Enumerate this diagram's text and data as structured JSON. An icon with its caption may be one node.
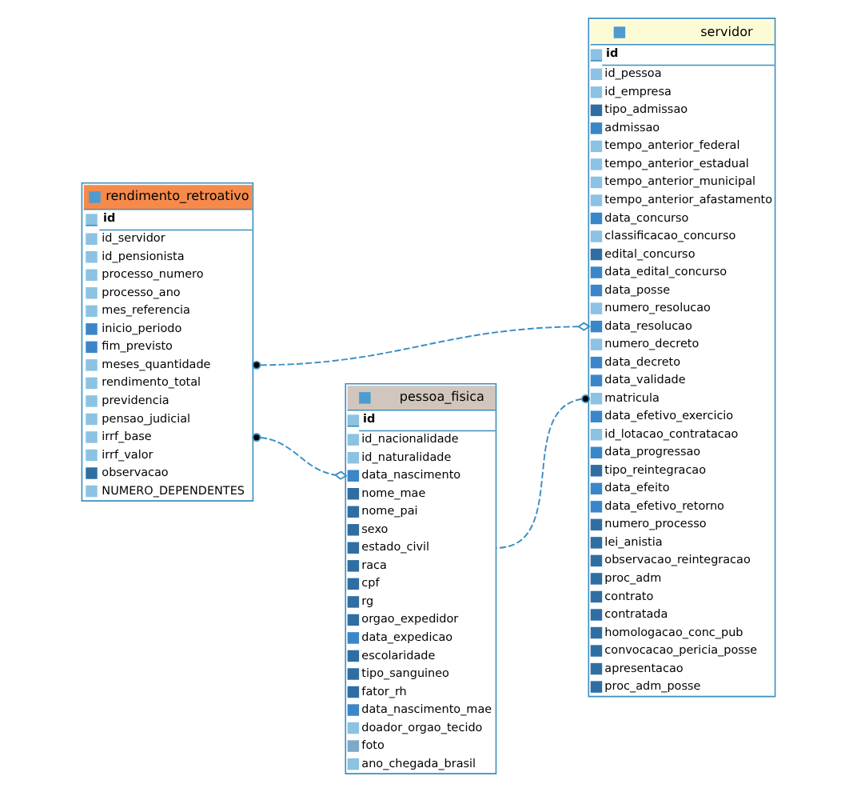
{
  "diagram": {
    "nodes": [
      {
        "text": [
          "rendimento_retroativo",
          "id",
          "id_servidor",
          "id_pensionista",
          "processo_numero",
          "processo_ano",
          "mes_referencia",
          "inicio_periodo",
          "fim_previsto",
          "meses_quantidade",
          "rendimento_total",
          "previdencia",
          "pensao_judicial",
          "irrf_base",
          "irrf_valor",
          "observacao",
          "NUMERO_DEPENDENTES"
        ]
      },
      {
        "text": [
          "servidor",
          "id",
          "id_pessoa",
          "id_empresa",
          "tipo_admissao",
          "admissao",
          "tempo_anterior_federal",
          "tempo_anterior_estadual",
          "tempo_anterior_municipal",
          "tempo_anterior_afastamento",
          "data_concurso",
          "classificacao_concurso",
          "edital_concurso",
          "data_edital_concurso",
          "data_posse",
          "numero_resolucao",
          "data_resolucao",
          "numero_decreto",
          "data_decreto",
          "data_validade",
          "matricula",
          "data_efetivo_exercicio",
          "id_lotacao_contratacao",
          "data_progressao",
          "tipo_reintegracao",
          "data_efeito",
          "data_efetivo_retorno",
          "numero_processo",
          "lei_anistia",
          "observacao_reintegracao",
          "proc_adm",
          "contrato",
          "contratada",
          "homologacao_conc_pub",
          "convocacao_pericia_posse",
          "apresentacao",
          "proc_adm_posse"
        ]
      },
      {
        "text": [
          "pessoa_fisica",
          "id",
          "id_nacionalidade",
          "id_naturalidade",
          "data_nascimento",
          "nome_mae",
          "nome_pai",
          "sexo",
          "estado_civil",
          "raca",
          "cpf",
          "rg",
          "orgao_expedidor",
          "data_expedicao",
          "escolaridade",
          "tipo_sanguineo",
          "fator_rh",
          "data_nascimento_mae",
          "doador_orgao_tecido",
          "foto",
          "ano_chegada_brasil"
        ]
      }
    ],
    "edges": [
      {
        "from": 0,
        "to": 1,
        "arrow": "other",
        "style": "dashed"
      },
      {
        "from": 0,
        "to": 2,
        "arrow": "other",
        "style": "dashed"
      },
      {
        "from": 1,
        "to": 2,
        "arrow": "other",
        "style": "dashed"
      }
    ]
  }
}
